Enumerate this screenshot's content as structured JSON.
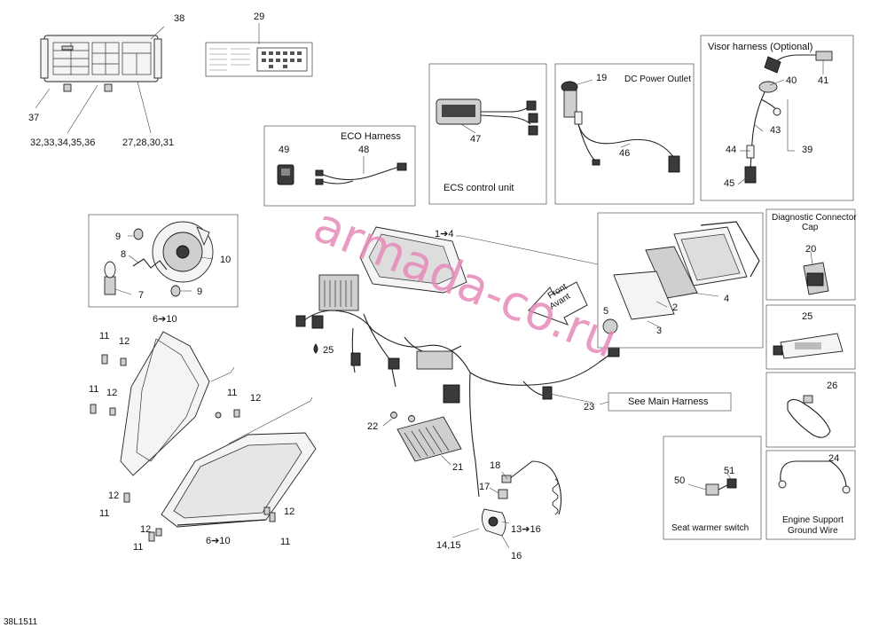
{
  "watermark": "armada-co.ru",
  "figure_code": "38L1511",
  "front_arrow": {
    "line1": "Front",
    "line2": "Avant"
  },
  "captions": {
    "eco_harness": "ECO Harness",
    "ecs_control_unit": "ECS control unit",
    "dc_power_outlet": "DC Power Outlet",
    "visor_harness": "Visor harness (Optional)",
    "diagnostic_cap_line1": "Diagnostic Connector",
    "diagnostic_cap_line2": "Cap",
    "see_main_harness": "See Main Harness",
    "seat_warmer_switch": "Seat warmer switch",
    "engine_ground_line1": "Engine Support",
    "engine_ground_line2": "Ground Wire"
  },
  "labels": {
    "p38": "38",
    "p29": "29",
    "p37": "37",
    "p32_36": "32,33,34,35,36",
    "p27_31": "27,28,30,31",
    "p49": "49",
    "p48": "48",
    "p47": "47",
    "p19": "19",
    "p46": "46",
    "p40": "40",
    "p41": "41",
    "p43": "43",
    "p44": "44",
    "p39": "39",
    "p45": "45",
    "p9a": "9",
    "p8": "8",
    "p10": "10",
    "p7": "7",
    "p9b": "9",
    "p6_10a": "6➔10",
    "p1_4": "1➔4",
    "p5": "5",
    "p2": "2",
    "p3": "3",
    "p4": "4",
    "p20": "20",
    "p25b": "25",
    "p26": "26",
    "p24": "24",
    "p11a": "11",
    "p12a": "12",
    "p11b": "11",
    "p12b": "12",
    "p11c": "11",
    "p12c": "12",
    "p12d": "12",
    "p11d": "11",
    "p12e": "12",
    "p11e": "11",
    "p12f": "12",
    "p11f": "11",
    "p6_10b": "6➔10",
    "p25": "25",
    "p22": "22",
    "p21": "21",
    "p23": "23",
    "p18": "18",
    "p17": "17",
    "p13_16": "13➔16",
    "p14_15": "14,15",
    "p16": "16",
    "p50": "50",
    "p51": "51"
  }
}
